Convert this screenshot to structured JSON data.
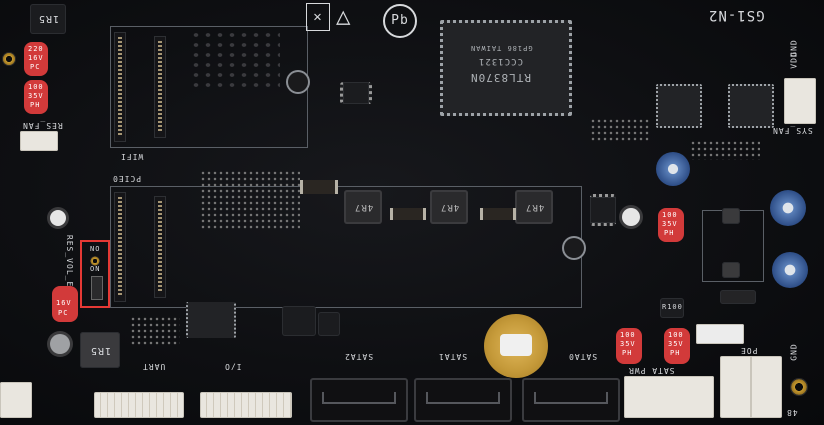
{
  "board": {
    "model": "GS1-N2",
    "colors": {
      "pcb": "#0e0f12",
      "silkscreen": "#d7d9dc",
      "highlight": "#e53935",
      "gold": "#c79a2f"
    }
  },
  "labels": {
    "wifi": "WIFI",
    "pcie0": "PCIE0",
    "res_fan": "RES_FAN",
    "sys_fan": "SYS_FAN",
    "vdd": "VDD",
    "gnd_top": "GND",
    "res_vol_el": "RES_VOL_EL",
    "no": "NO",
    "on": "ON",
    "uart": "UART",
    "io": "I/O",
    "sata1": "SATA1",
    "sata2": "SATA2",
    "sata0": "SATA0",
    "sata_pwr": "SATA PWR",
    "poe": "POE",
    "gnd_bottom": "GND",
    "r100": "R100",
    "num48": "48"
  },
  "components": {
    "inductor_1r5_top": "1R5",
    "inductor_1r5_bottom": "1R5",
    "inductor_4r7_a": "4R7",
    "inductor_4r7_b": "4R7",
    "inductor_4r7_c": "4R7",
    "cap_220": [
      "220",
      "16V",
      "PC"
    ],
    "cap_100_left": [
      "100",
      "35V",
      "PH"
    ],
    "cap_left_bottom": [
      "",
      "16V",
      "PC"
    ],
    "cap_100_right_top": [
      "100",
      "35V",
      "PH"
    ],
    "cap_100_bottom_a": [
      "100",
      "35V",
      "PH"
    ],
    "cap_100_bottom_b": [
      "100",
      "35V",
      "PH"
    ],
    "main_chip": [
      "RTL8370N",
      "CCC1321",
      "GP186 TAIWAN"
    ]
  }
}
